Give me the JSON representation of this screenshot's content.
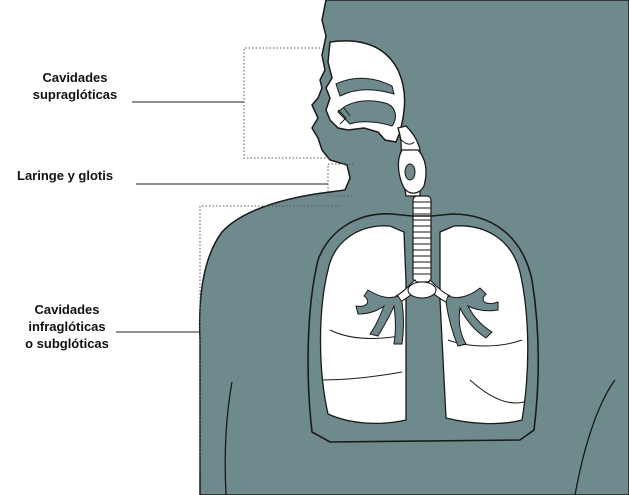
{
  "colors": {
    "body_fill": "#6f8a8d",
    "outline": "#1a1a1a",
    "cavity_fill": "#ffffff",
    "leader_line": "#222222",
    "bracket": "#555555"
  },
  "labels": {
    "supraglottic": {
      "line1": "Cavidades",
      "line2": "supraglóticas"
    },
    "larynx": {
      "text": "Laringe y glotis"
    },
    "infraglottic": {
      "line1": "Cavidades",
      "line2": "infraglóticas",
      "line3": "o subglóticas"
    }
  }
}
